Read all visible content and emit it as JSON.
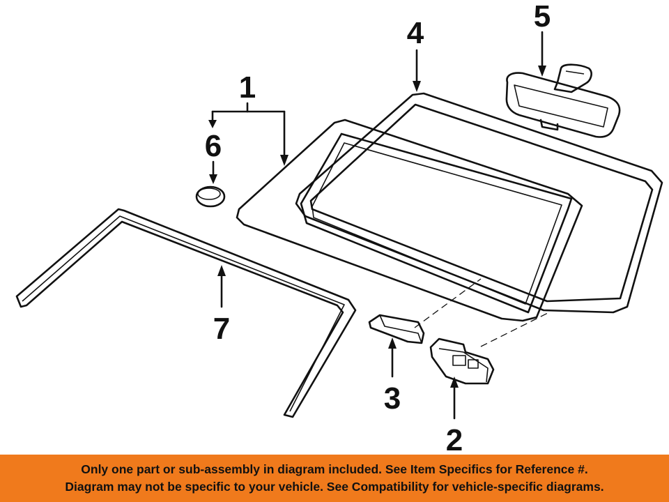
{
  "diagram": {
    "callouts": [
      {
        "id": "1",
        "label": "1",
        "part": "windshield-glass-assembly"
      },
      {
        "id": "2",
        "label": "2",
        "part": "rain-sensor"
      },
      {
        "id": "3",
        "label": "3",
        "part": "sensor-cover"
      },
      {
        "id": "4",
        "label": "4",
        "part": "windshield-molding"
      },
      {
        "id": "5",
        "label": "5",
        "part": "rear-view-mirror"
      },
      {
        "id": "6",
        "label": "6",
        "part": "mirror-mount-button"
      },
      {
        "id": "7",
        "label": "7",
        "part": "reveal-molding"
      }
    ]
  },
  "footer": {
    "line1": "Only one part or sub-assembly in diagram included. See Item Specifics for Reference #.",
    "line2": "Diagram may not be specific to your vehicle. See Compatibility for vehicle-specific diagrams.",
    "background_color": "#f07a1c",
    "text_color": "#111111"
  }
}
